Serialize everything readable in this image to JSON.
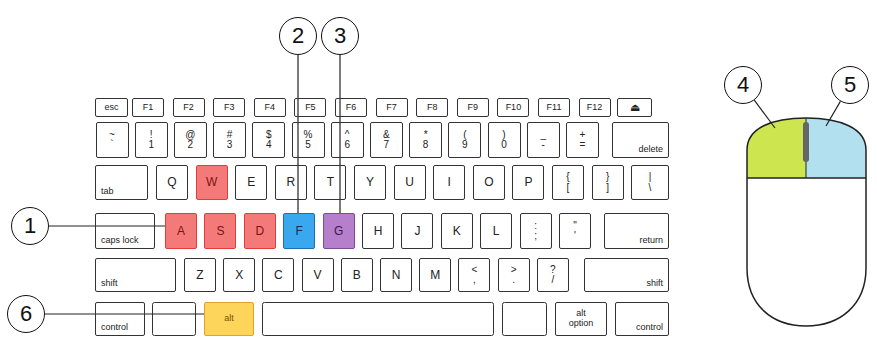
{
  "diagram": {
    "nodes": [
      {
        "text": [
          "esc"
        ]
      },
      {
        "text": [
          "F1"
        ]
      },
      {
        "text": [
          "F2"
        ]
      },
      {
        "text": [
          "F3"
        ]
      },
      {
        "text": [
          "F4"
        ]
      },
      {
        "text": [
          "F5"
        ]
      },
      {
        "text": [
          "F6"
        ]
      },
      {
        "text": [
          "F7"
        ]
      },
      {
        "text": [
          "F8"
        ]
      },
      {
        "text": [
          "F9"
        ]
      },
      {
        "text": [
          "F10"
        ]
      },
      {
        "text": [
          "F11"
        ]
      },
      {
        "text": [
          "F12"
        ]
      },
      {
        "text": [
          "⏏"
        ]
      },
      {
        "text": [
          "~",
          "`"
        ]
      },
      {
        "text": [
          "!",
          "1"
        ]
      },
      {
        "text": [
          "@",
          "2"
        ]
      },
      {
        "text": [
          "#",
          "3"
        ]
      },
      {
        "text": [
          "$",
          "4"
        ]
      },
      {
        "text": [
          "%",
          "5"
        ]
      },
      {
        "text": [
          "^",
          "6"
        ]
      },
      {
        "text": [
          "&",
          "7"
        ]
      },
      {
        "text": [
          "*",
          "8"
        ]
      },
      {
        "text": [
          "(",
          "9"
        ]
      },
      {
        "text": [
          ")",
          "0"
        ]
      },
      {
        "text": [
          "_",
          "-"
        ]
      },
      {
        "text": [
          "+",
          "="
        ]
      },
      {
        "text": [
          "delete"
        ]
      },
      {
        "text": [
          "tab"
        ]
      },
      {
        "text": [
          "Q"
        ]
      },
      {
        "text": [
          "W"
        ]
      },
      {
        "text": [
          "E"
        ]
      },
      {
        "text": [
          "R"
        ]
      },
      {
        "text": [
          "T"
        ]
      },
      {
        "text": [
          "Y"
        ]
      },
      {
        "text": [
          "U"
        ]
      },
      {
        "text": [
          "I"
        ]
      },
      {
        "text": [
          "O"
        ]
      },
      {
        "text": [
          "P"
        ]
      },
      {
        "text": [
          "{",
          "["
        ]
      },
      {
        "text": [
          "}",
          "]"
        ]
      },
      {
        "text": [
          "|",
          "\\"
        ]
      },
      {
        "text": [
          "caps lock"
        ]
      },
      {
        "text": [
          "A"
        ]
      },
      {
        "text": [
          "S"
        ]
      },
      {
        "text": [
          "D"
        ]
      },
      {
        "text": [
          "F"
        ]
      },
      {
        "text": [
          "G"
        ]
      },
      {
        "text": [
          "H"
        ]
      },
      {
        "text": [
          "J"
        ]
      },
      {
        "text": [
          "K"
        ]
      },
      {
        "text": [
          "L"
        ]
      },
      {
        "text": [
          ":",
          ";"
        ]
      },
      {
        "text": [
          "\"",
          "'"
        ]
      },
      {
        "text": [
          "return"
        ]
      },
      {
        "text": [
          "shift"
        ]
      },
      {
        "text": [
          "Z"
        ]
      },
      {
        "text": [
          "X"
        ]
      },
      {
        "text": [
          "C"
        ]
      },
      {
        "text": [
          "V"
        ]
      },
      {
        "text": [
          "B"
        ]
      },
      {
        "text": [
          "N"
        ]
      },
      {
        "text": [
          "M"
        ]
      },
      {
        "text": [
          "<",
          ","
        ]
      },
      {
        "text": [
          ">",
          "."
        ]
      },
      {
        "text": [
          "?",
          "/"
        ]
      },
      {
        "text": [
          "shift"
        ]
      },
      {
        "text": [
          "control"
        ]
      },
      {
        "text": [
          "alt"
        ]
      },
      {
        "text": [
          "alt option"
        ]
      },
      {
        "text": [
          "control"
        ]
      },
      {
        "text": [
          "1"
        ]
      },
      {
        "text": [
          "2"
        ]
      },
      {
        "text": [
          "3"
        ]
      },
      {
        "text": [
          "4"
        ]
      },
      {
        "text": [
          "5"
        ]
      },
      {
        "text": [
          "6"
        ]
      }
    ],
    "edges": [
      {
        "from": 71,
        "to": 43,
        "arrow": "none"
      },
      {
        "from": 72,
        "to": 46,
        "arrow": "none"
      },
      {
        "from": 73,
        "to": 47,
        "arrow": "none"
      },
      {
        "from": 76,
        "to": 68,
        "arrow": "none"
      }
    ]
  }
}
